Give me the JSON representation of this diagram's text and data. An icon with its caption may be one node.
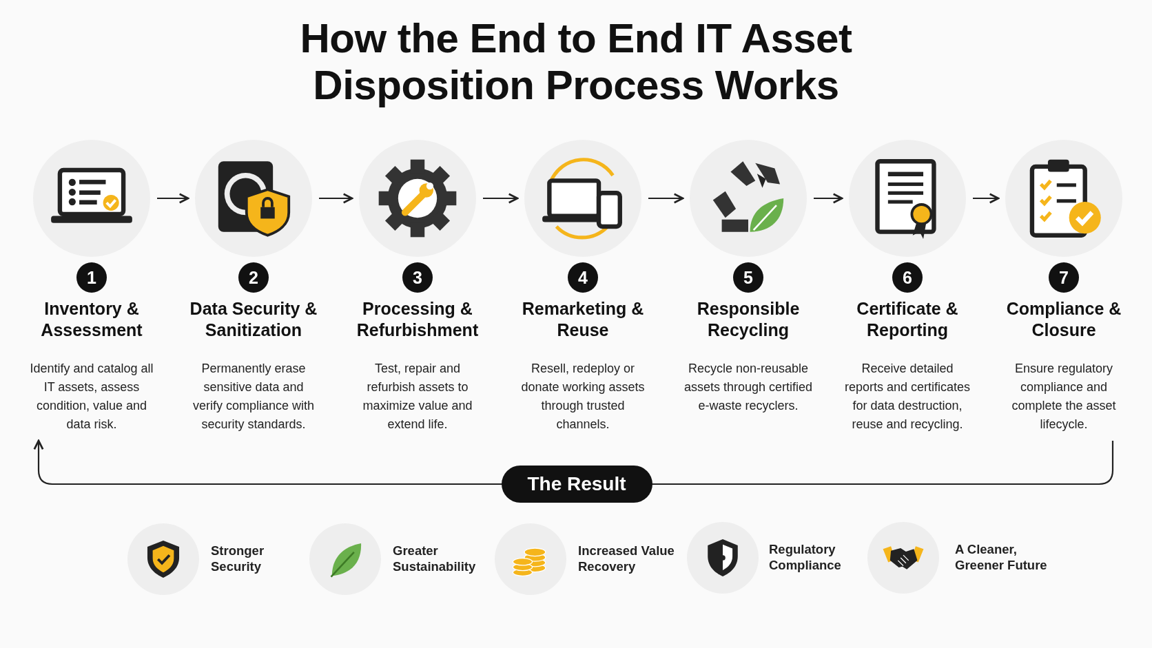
{
  "diagram": {
    "title": "How the End to End IT Asset Disposition Process Works",
    "nodes": [
      {
        "text": [
          "1",
          "Inventory & Assessment",
          "Identify and catalog all IT assets, assess condition, value and data risk."
        ]
      },
      {
        "text": [
          "2",
          "Data Security & Sanitization",
          "Permanently erase sensitive data and verify compliance with security standards."
        ]
      },
      {
        "text": [
          "3",
          "Processing & Refurbishment",
          "Test, repair and refurbish assets to maximize value and extend life."
        ]
      },
      {
        "text": [
          "4",
          "Remarketing & Reuse",
          "Resell, redeploy or donate working assets through trusted channels."
        ]
      },
      {
        "text": [
          "5",
          "Responsible Recycling",
          "Recycle non-reusable assets through certified e-waste recyclers."
        ]
      },
      {
        "text": [
          "6",
          "Certificate & Reporting",
          "Receive detailed reports and certificates for data destruction, reuse and recycling."
        ]
      },
      {
        "text": [
          "7",
          "Compliance & Closure",
          "Ensure regulatory compliance and complete the asset lifecycle."
        ]
      }
    ],
    "edges": [
      {
        "from": 0,
        "to": 1,
        "arrow": "to"
      },
      {
        "from": 1,
        "to": 2,
        "arrow": "to"
      },
      {
        "from": 2,
        "to": 3,
        "arrow": "to"
      },
      {
        "from": 3,
        "to": 4,
        "arrow": "to"
      },
      {
        "from": 4,
        "to": 5,
        "arrow": "to"
      },
      {
        "from": 5,
        "to": 6,
        "arrow": "to"
      },
      {
        "from": 6,
        "to": 0,
        "arrow": "to",
        "label": "The Result"
      }
    ],
    "labels": [
      "Stronger Security",
      "Greater Sustainability",
      "Increased Value Recovery",
      "Regulatory Compliance",
      "A Cleaner, Greener Future"
    ]
  }
}
